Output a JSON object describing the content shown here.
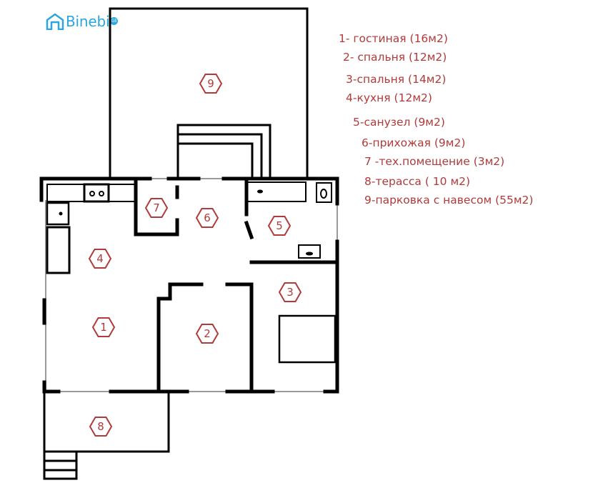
{
  "logo": {
    "text": "Binebi",
    "badge": "GE"
  },
  "legend": [
    "1- гостиная (16м2)",
    "2- спальня (12м2)",
    "3-спальня (14м2)",
    "4-кухня (12м2)",
    "5-санузел (9м2)",
    "6-прихожая (9м2)",
    "7 -тех.помещение (3м2)",
    "8-терасса ( 10 м2)",
    "9-парковка с навесом (55м2)"
  ],
  "rooms": [
    "1",
    "2",
    "3",
    "4",
    "5",
    "6",
    "7",
    "8",
    "9"
  ],
  "colors": {
    "label": "#b13a3a",
    "wall": "#000000",
    "window": "#999999",
    "brand": "#2aa6e0"
  }
}
